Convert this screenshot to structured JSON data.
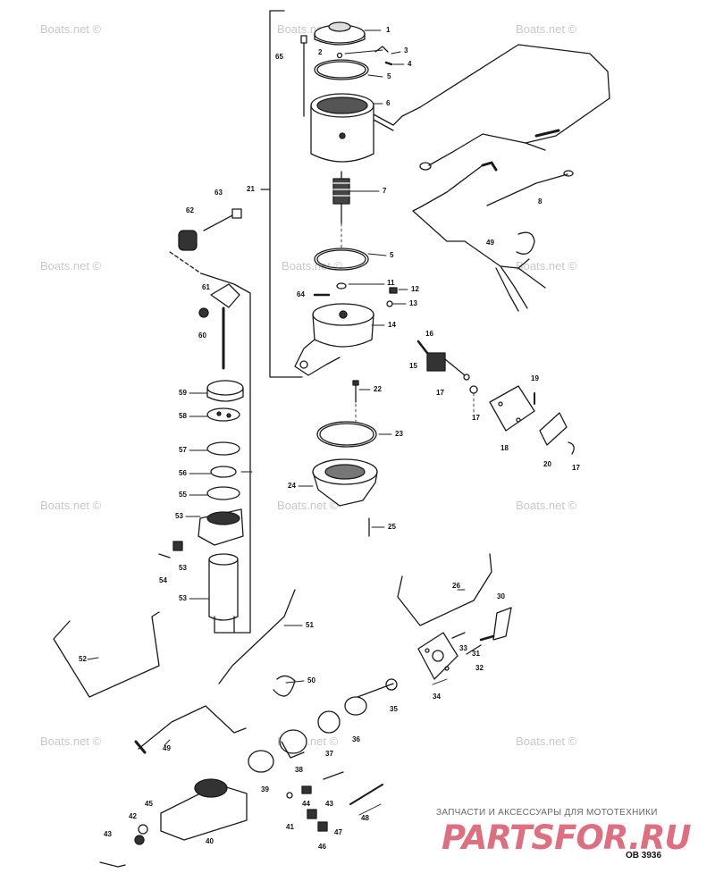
{
  "diagram": {
    "code": "OB 3936",
    "callouts": [
      {
        "id": "c1",
        "text": "1"
      },
      {
        "id": "c2",
        "text": "2"
      },
      {
        "id": "c3",
        "text": "3"
      },
      {
        "id": "c4",
        "text": "4"
      },
      {
        "id": "c5a",
        "text": "5"
      },
      {
        "id": "c6",
        "text": "6"
      },
      {
        "id": "c7",
        "text": "7"
      },
      {
        "id": "c8",
        "text": "8"
      },
      {
        "id": "c5b",
        "text": "5"
      },
      {
        "id": "c11",
        "text": "11"
      },
      {
        "id": "c12",
        "text": "12"
      },
      {
        "id": "c13",
        "text": "13"
      },
      {
        "id": "c14",
        "text": "14"
      },
      {
        "id": "c15",
        "text": "15"
      },
      {
        "id": "c16",
        "text": "16"
      },
      {
        "id": "c17a",
        "text": "17"
      },
      {
        "id": "c17b",
        "text": "17"
      },
      {
        "id": "c18",
        "text": "18"
      },
      {
        "id": "c19",
        "text": "19"
      },
      {
        "id": "c20",
        "text": "20"
      },
      {
        "id": "c17c",
        "text": "17"
      },
      {
        "id": "c21",
        "text": "21"
      },
      {
        "id": "c22",
        "text": "22"
      },
      {
        "id": "c23",
        "text": "23"
      },
      {
        "id": "c24",
        "text": "24"
      },
      {
        "id": "c25",
        "text": "25"
      },
      {
        "id": "c26",
        "text": "26"
      },
      {
        "id": "c30",
        "text": "30"
      },
      {
        "id": "c33",
        "text": "33"
      },
      {
        "id": "c31",
        "text": "31"
      },
      {
        "id": "c32",
        "text": "32"
      },
      {
        "id": "c34",
        "text": "34"
      },
      {
        "id": "c35",
        "text": "35"
      },
      {
        "id": "c36",
        "text": "36"
      },
      {
        "id": "c37",
        "text": "37"
      },
      {
        "id": "c38",
        "text": "38"
      },
      {
        "id": "c39",
        "text": "39"
      },
      {
        "id": "c40",
        "text": "40"
      },
      {
        "id": "c41",
        "text": "41"
      },
      {
        "id": "c42",
        "text": "42"
      },
      {
        "id": "c43a",
        "text": "43"
      },
      {
        "id": "c43b",
        "text": "43"
      },
      {
        "id": "c44",
        "text": "44"
      },
      {
        "id": "c45",
        "text": "45"
      },
      {
        "id": "c46",
        "text": "46"
      },
      {
        "id": "c47",
        "text": "47"
      },
      {
        "id": "c48",
        "text": "48"
      },
      {
        "id": "c49a",
        "text": "49"
      },
      {
        "id": "c49b",
        "text": "49"
      },
      {
        "id": "c50",
        "text": "50"
      },
      {
        "id": "c51",
        "text": "51"
      },
      {
        "id": "c52",
        "text": "52"
      },
      {
        "id": "c53a",
        "text": "53"
      },
      {
        "id": "c53b",
        "text": "53"
      },
      {
        "id": "c53c",
        "text": "53"
      },
      {
        "id": "c54",
        "text": "54"
      },
      {
        "id": "c55",
        "text": "55"
      },
      {
        "id": "c56",
        "text": "56"
      },
      {
        "id": "c57",
        "text": "57"
      },
      {
        "id": "c58",
        "text": "58"
      },
      {
        "id": "c59",
        "text": "59"
      },
      {
        "id": "c60",
        "text": "60"
      },
      {
        "id": "c61",
        "text": "61"
      },
      {
        "id": "c62",
        "text": "62"
      },
      {
        "id": "c63",
        "text": "63"
      },
      {
        "id": "c64",
        "text": "64"
      },
      {
        "id": "c65",
        "text": "65"
      }
    ]
  },
  "watermark": {
    "text": "Boats.net ©"
  },
  "branding": {
    "tagline": "ЗАПЧАСТИ И АКСЕССУАРЫ ДЛЯ МОТОТЕХНИКИ",
    "logo_text": "PARTSFOR.RU",
    "logo_color": "#d7566a"
  }
}
